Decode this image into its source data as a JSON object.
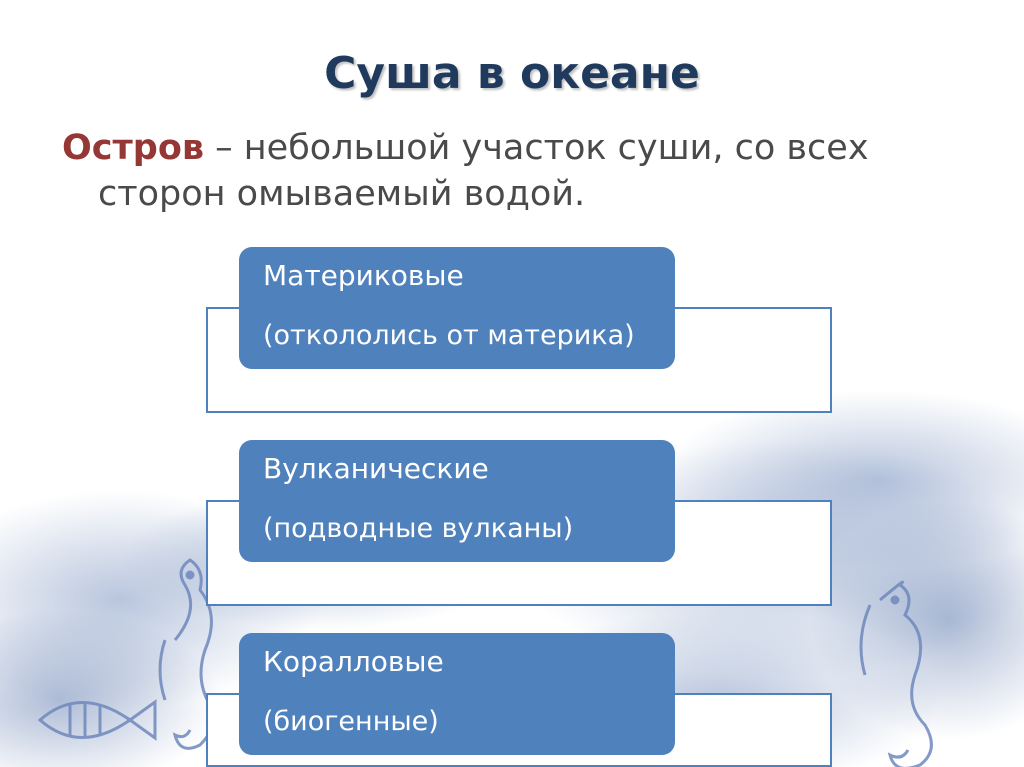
{
  "slide": {
    "title": "Суша в океане",
    "definition": {
      "term": "Остров",
      "text_line1": " – небольшой участок суши, со всех",
      "text_line2": "сторон омываемый водой."
    },
    "island_types": [
      {
        "name": "Материковые",
        "description": "(откололись от материка)"
      },
      {
        "name": "Вулканические",
        "description": "(подводные вулканы)"
      },
      {
        "name": "Коралловые",
        "description": "(биогенные)"
      }
    ]
  },
  "colors": {
    "title": "#1f3a5c",
    "term": "#953734",
    "card_fill": "#4f81bd",
    "frame_border": "#4f81bd"
  },
  "background_art": {
    "description_icons": [
      "seahorse-icon",
      "fish-icon"
    ]
  }
}
